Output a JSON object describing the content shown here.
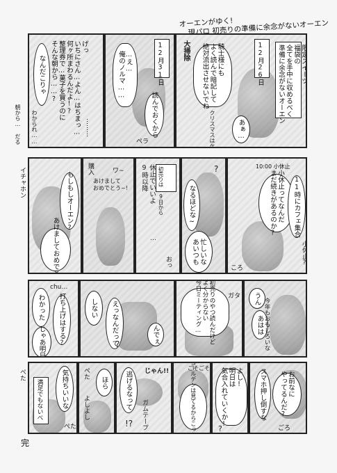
{
  "header": {
    "title_line1": "オーエンがゆく!",
    "title_line2": "現パロ 初売りの準備に余念がないオーエン"
  },
  "row1": {
    "p1": {
      "dots": "………",
      "lines": [
        "げっ",
        "いちにさん…よん…はちまっ…",
        "何ヶ所まわるんだよ!?",
        "整理券で…菓子を買うのに",
        "そんな朝から……?"
      ],
      "b2": "なんだこりゃ",
      "b3": "わかられ……",
      "side": "朝から… だる"
    },
    "p2": {
      "date": "12月31日",
      "lines": [
        "…え…",
        "俺のノルマ……"
      ],
      "b2": "読んでおくから",
      "sfx1": "ペラ"
    },
    "p3": {
      "date": "12月26日",
      "sfx_clean": "大掃除",
      "lines": [
        "騎士様にも",
        "よく読んで暗記して",
        "絶対流出させないでね"
      ],
      "box": [
        "限定スイーツ",
        "福袋の",
        "全てを手中に収めるべく",
        "準備に余念がないオーエン"
      ],
      "ah": "あぁ…",
      "xmas": "クリスマスはケーキだ"
    }
  },
  "row2": {
    "p1": {
      "lines": [
        "もしもしオーエン?",
        "あけましておめでとう"
      ],
      "sfx": "イチャホン"
    },
    "p2": {
      "lines": [
        "購入",
        "あけまして",
        "おめでとう~!"
      ],
      "sfx": "ワ~"
    },
    "p3": {
      "lines": [
        "休止でいいよ",
        "9時以降",
        "…",
        "おっ"
      ],
      "sign": "初売りは 9日から"
    },
    "p4": {
      "lines": [
        "なるほどな~",
        "忙しいな",
        "あいつも"
      ],
      "q": "?"
    },
    "p5": {
      "lines": [
        "小休止ってなんだ",
        "まだ続きがあるのか?",
        "11時にカフェ集合",
        "小休止?"
      ],
      "clock": "10:00 小休止",
      "sfx": "ころ"
    }
  },
  "row3": {
    "p1": {
      "lines": [
        "わかった",
        "打ち上げはする?",
        "じゃあ明日"
      ],
      "sfx": "chu…"
    },
    "p2": {
      "lines": [
        "しない",
        "えっなんだって",
        "んでぇ"
      ],
      "q": "?"
    },
    "p3": {
      "lines": [
        "初売りのやつ読んだけど",
        "よく分からない",
        "今日ミーティング…"
      ],
      "sfx": "ガタ"
    },
    "p4": {
      "lines": [
        "うん",
        "あはは",
        "今年もおもしろいな"
      ]
    }
  },
  "row4": {
    "p1": {
      "lines": [
        "気持ちいいな",
        "満足でもないべ",
        "ぺた",
        "ぺた"
      ]
    },
    "p2": {
      "lines": [
        "ほら",
        "よしよし",
        "ぺた"
      ]
    },
    "p3": {
      "lines": [
        "逃げるなって",
        "ガムテープ",
        "じゃん!!",
        "!?"
      ]
    },
    "p4": {
      "lines": [
        "ゴールデンは見てるからこっちおいで"
      ],
      "sfx": "ごそごそ"
    },
    "p5": {
      "lines": [
        "よし!",
        "明日は",
        "気合入れていくか!"
      ],
      "q": "?"
    },
    "p6": {
      "lines": [
        "スマホ押し倒すな",
        "お前なに",
        "やってるんだ?"
      ],
      "sfx": "ごろ"
    }
  },
  "footer": {
    "end": "完"
  }
}
